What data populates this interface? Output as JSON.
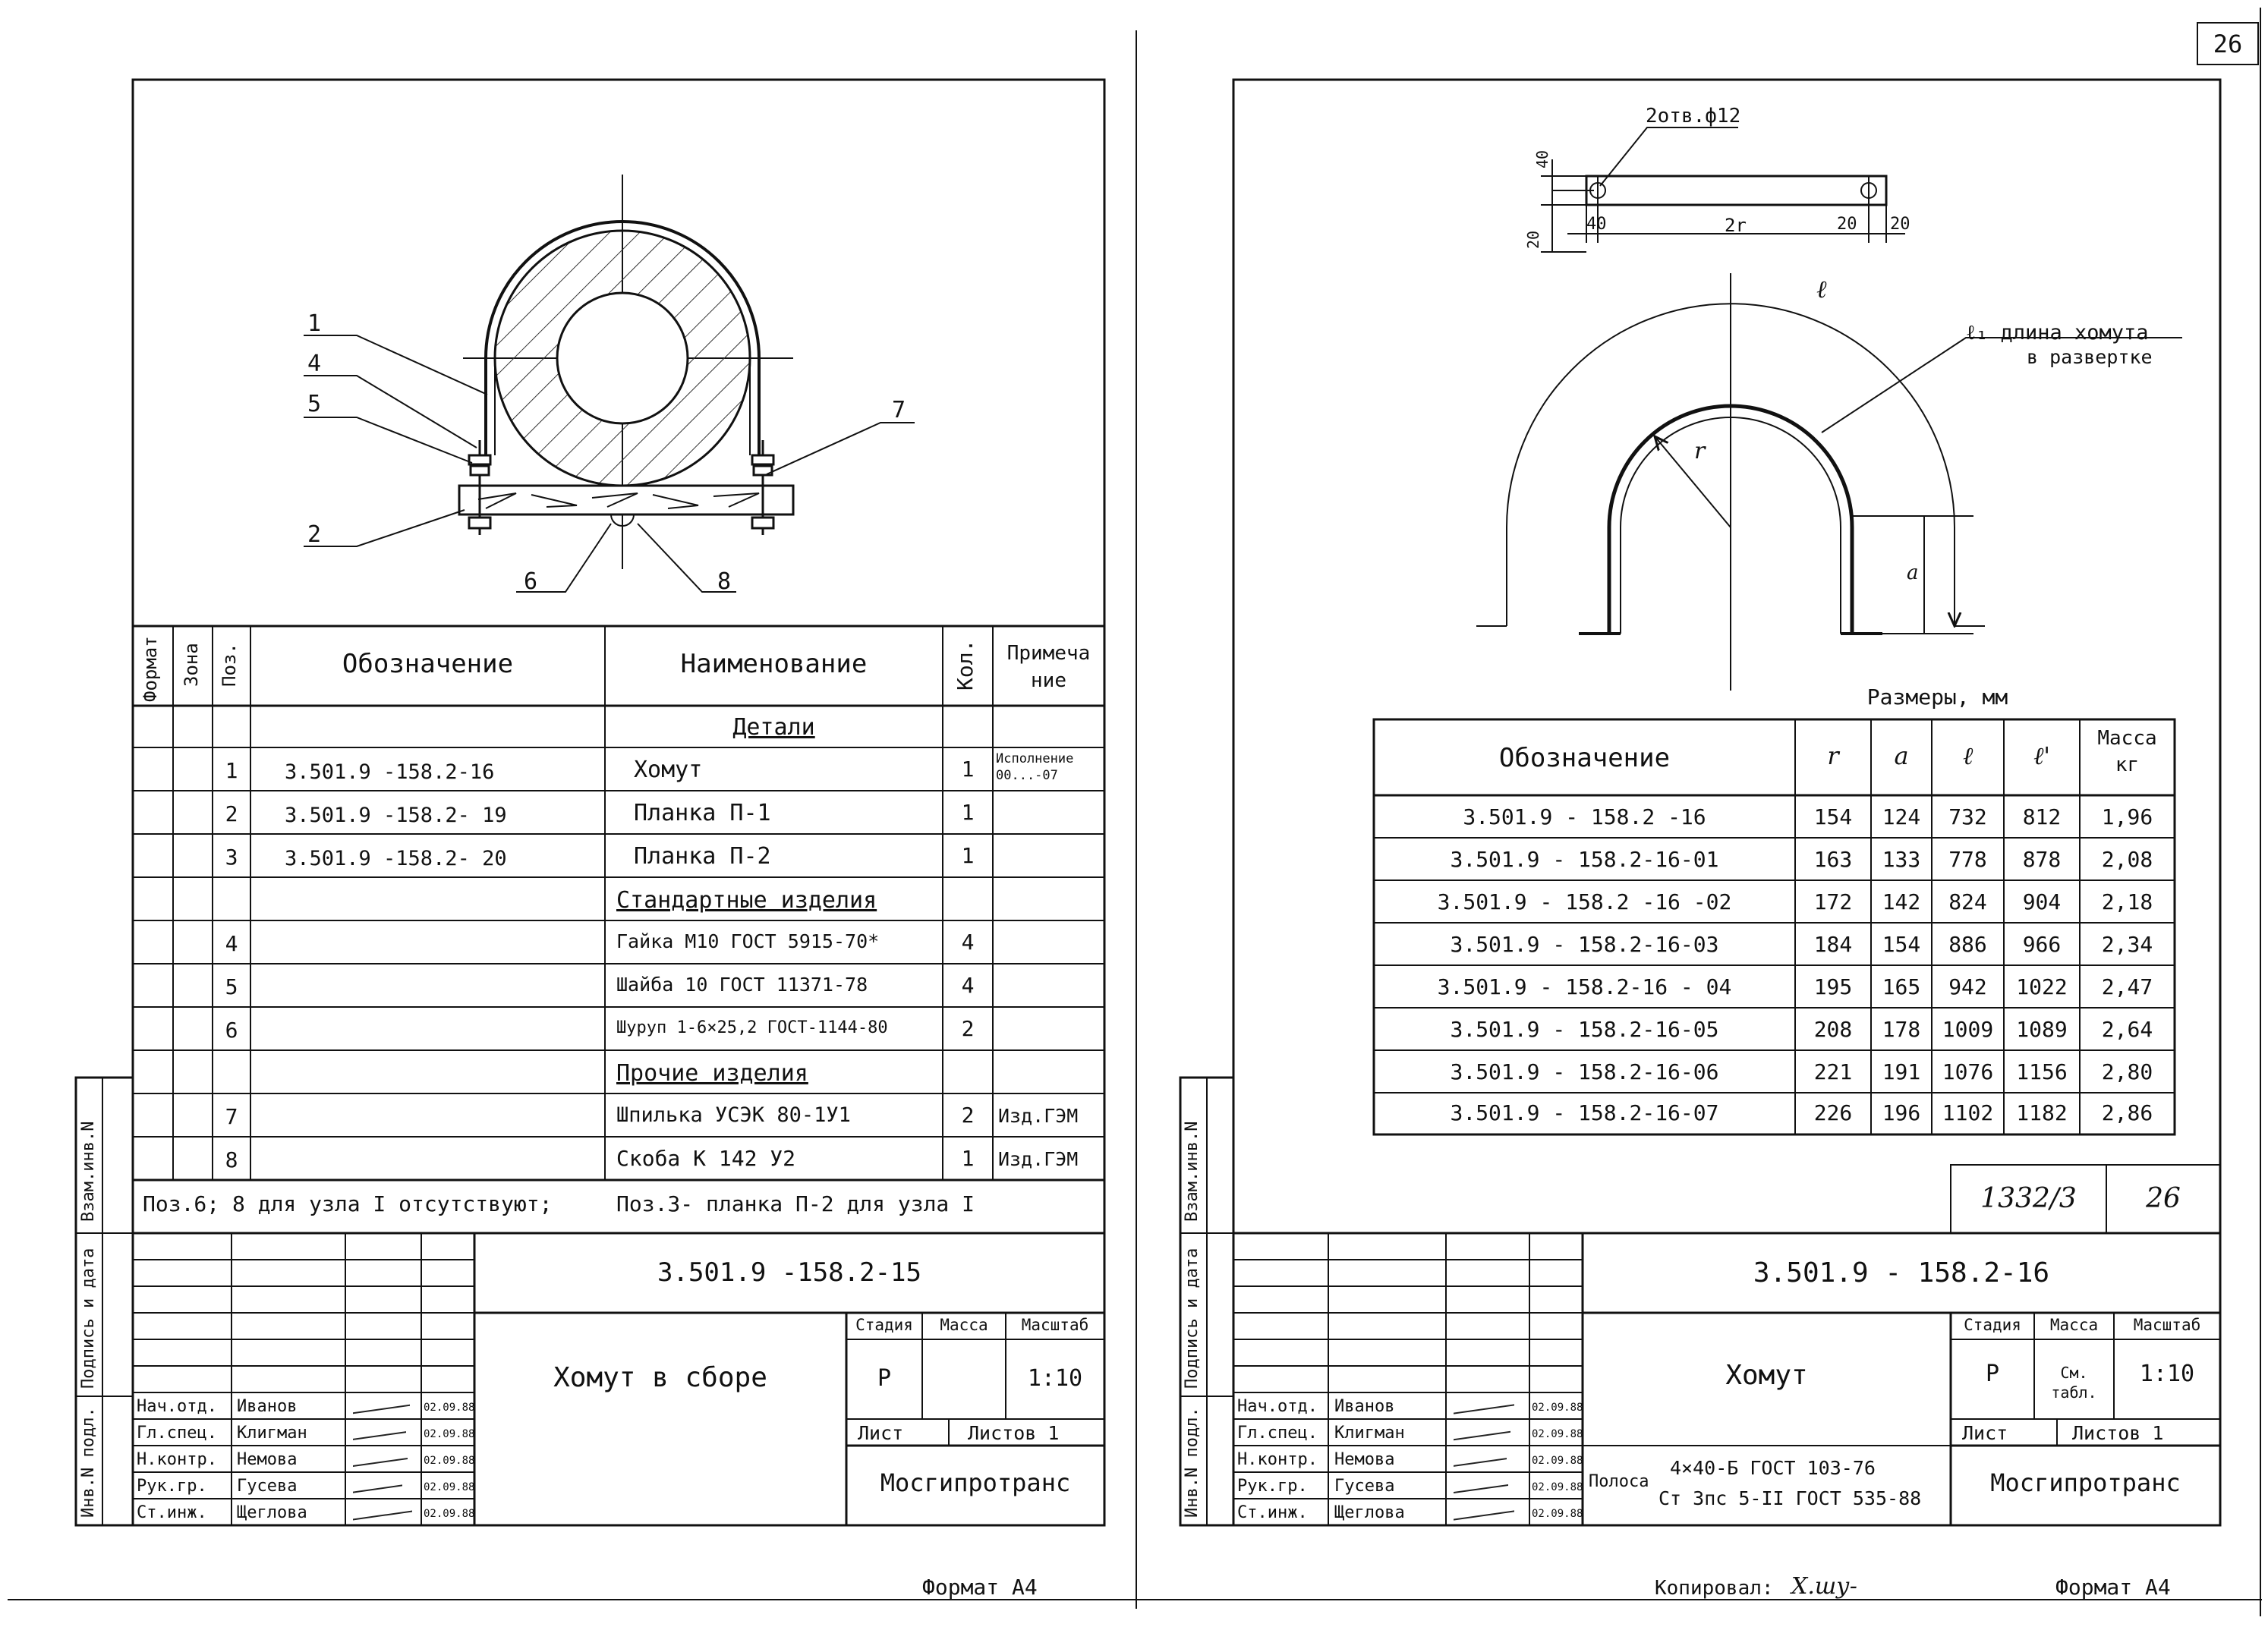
{
  "page_number": "26",
  "left_sheet": {
    "callouts": [
      "1",
      "2",
      "4",
      "5",
      "6",
      "7",
      "8"
    ],
    "spec_headers": {
      "format": "Формат",
      "zone": "Зона",
      "pos": "Поз.",
      "designation": "Обозначение",
      "name": "Наименование",
      "qty": "Кол.",
      "note_1": "Примеча",
      "note_2": "ние"
    },
    "sections": {
      "details": "Детали",
      "standard": "Стандартные изделия",
      "other": "Прочие изделия"
    },
    "spec_rows": [
      {
        "pos": "1",
        "designation": "3.501.9 -158.2-16",
        "name": "Хомут",
        "qty": "1",
        "note_1": "Исполнение",
        "note_2": "00...-07"
      },
      {
        "pos": "2",
        "designation": "3.501.9 -158.2- 19",
        "name": "Планка П-1",
        "qty": "1",
        "note_1": "",
        "note_2": ""
      },
      {
        "pos": "3",
        "designation": "3.501.9 -158.2- 20",
        "name": "Планка П-2",
        "qty": "1",
        "note_1": "",
        "note_2": ""
      },
      {
        "pos": "4",
        "designation": "",
        "name": "Гайка М10 ГОСТ 5915-70*",
        "qty": "4",
        "note_1": "",
        "note_2": ""
      },
      {
        "pos": "5",
        "designation": "",
        "name": "Шайба 10 ГОСТ 11371-78",
        "qty": "4",
        "note_1": "",
        "note_2": ""
      },
      {
        "pos": "6",
        "designation": "",
        "name": "Шуруп 1-6×25,2 ГОСТ-1144-80",
        "qty": "2",
        "note_1": "",
        "note_2": ""
      },
      {
        "pos": "7",
        "designation": "",
        "name": "Шпилька УСЭК 80-1У1",
        "qty": "2",
        "note_1": "Изд.ГЭМ",
        "note_2": ""
      },
      {
        "pos": "8",
        "designation": "",
        "name": "Скоба К 142 У2",
        "qty": "1",
        "note_1": "Изд.ГЭМ",
        "note_2": ""
      }
    ],
    "footnote_1": "Поз.6; 8 для узла I отсутствуют;",
    "footnote_2": "Поз.3- планка П-2 для узла I",
    "title_block": {
      "doc_number": "3.501.9 -158.2-15",
      "title": "Хомут в сборе",
      "stage_label": "Стадия",
      "mass_label": "Масса",
      "scale_label": "Масштаб",
      "stage": "Р",
      "mass": "",
      "scale": "1:10",
      "sheet_label": "Лист",
      "sheets_label": "Листов 1",
      "org": "Мосгипротранс",
      "roles": [
        "Нач.отд.",
        "Гл.спец.",
        "Н.контр.",
        "Рук.гр.",
        "Ст.инж."
      ],
      "names": [
        "Иванов",
        "Клигман",
        "Немова",
        "Гусева",
        "Щеглова"
      ],
      "dates": [
        "02.09.88",
        "02.09.88",
        "02.09.88",
        "02.09.88",
        "02.09.88"
      ]
    },
    "side_labels": [
      "Взам.инв.N",
      "Подпись и дата",
      "Инв.N подл."
    ],
    "format": "Формат А4"
  },
  "right_sheet": {
    "hole_label": "2отв.ф12",
    "strip_dims": {
      "h40": "40",
      "h20": "20",
      "a40": "40",
      "mid": "2r",
      "b20": "20",
      "c20": "20"
    },
    "curve_labels": {
      "l": "ℓ",
      "l1_line1": "ℓ₁ длина хомута",
      "l1_line2": "в развертке",
      "r": "r",
      "a": "a"
    },
    "dims_title": "Размеры, мм",
    "dims_headers": {
      "designation": "Обозначение",
      "r": "r",
      "a": "a",
      "l": "ℓ",
      "l1": "ℓ'",
      "mass_1": "Масса",
      "mass_2": "кг"
    },
    "dims_rows": [
      {
        "designation": "3.501.9 - 158.2 -16",
        "r": "154",
        "a": "124",
        "l": "732",
        "l1": "812",
        "mass": "1,96"
      },
      {
        "designation": "3.501.9 - 158.2-16-01",
        "r": "163",
        "a": "133",
        "l": "778",
        "l1": "878",
        "mass": "2,08"
      },
      {
        "designation": "3.501.9 - 158.2 -16 -02",
        "r": "172",
        "a": "142",
        "l": "824",
        "l1": "904",
        "mass": "2,18"
      },
      {
        "designation": "3.501.9 - 158.2-16-03",
        "r": "184",
        "a": "154",
        "l": "886",
        "l1": "966",
        "mass": "2,34"
      },
      {
        "designation": "3.501.9 - 158.2-16 - 04",
        "r": "195",
        "a": "165",
        "l": "942",
        "l1": "1022",
        "mass": "2,47"
      },
      {
        "designation": "3.501.9 - 158.2-16-05",
        "r": "208",
        "a": "178",
        "l": "1009",
        "l1": "1089",
        "mass": "2,64"
      },
      {
        "designation": "3.501.9 - 158.2-16-06",
        "r": "221",
        "a": "191",
        "l": "1076",
        "l1": "1156",
        "mass": "2,80"
      },
      {
        "designation": "3.501.9 - 158.2-16-07",
        "r": "226",
        "a": "196",
        "l": "1102",
        "l1": "1182",
        "mass": "2,86"
      }
    ],
    "inv_number": "1332/3",
    "inv_sheet": "26",
    "title_block": {
      "doc_number": "3.501.9 - 158.2-16",
      "title": "Хомут",
      "stage_label": "Стадия",
      "mass_label": "Масса",
      "scale_label": "Масштаб",
      "stage": "Р",
      "mass": "См. табл.",
      "scale": "1:10",
      "sheet_label": "Лист",
      "sheets_label": "Листов 1",
      "org": "Мосгипротранс",
      "material_prefix": "Полоса",
      "material_1": "4×40-Б ГОСТ 103-76",
      "material_2": "Ст 3пс 5-II ГОСТ 535-88",
      "roles": [
        "Нач.отд.",
        "Гл.спец.",
        "Н.контр.",
        "Рук.гр.",
        "Ст.инж."
      ],
      "names": [
        "Иванов",
        "Клигман",
        "Немова",
        "Гусева",
        "Щеглова"
      ],
      "dates": [
        "02.09.88",
        "02.09.88",
        "02.09.88",
        "02.09.88",
        "02.09.88"
      ]
    },
    "side_labels": [
      "Взам.инв.N",
      "Подпись и дата",
      "Инв.N подл."
    ],
    "copied_label": "Копировал:",
    "copied_sig": "Х.шу-",
    "format": "Формат А4"
  }
}
